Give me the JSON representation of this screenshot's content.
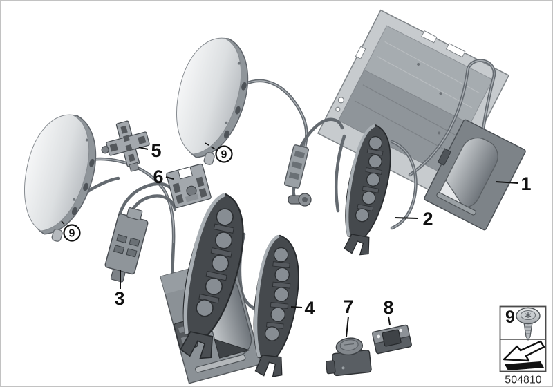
{
  "figure": {
    "part_number": "504810",
    "callouts": {
      "c1": "1",
      "c2": "2",
      "c3": "3",
      "c4": "4",
      "c5": "5",
      "c6": "6",
      "c7": "7",
      "c8": "8",
      "c9_upper": "9",
      "c9_lower": "9",
      "c9_legend": "9"
    },
    "legend_icons": {
      "screw": "torx-screw-icon",
      "arrow": "direction-arrow-icon"
    },
    "colors": {
      "background": "#ffffff",
      "callout_text": "#111111",
      "metal_light": "#d8dbdd",
      "metal_mid": "#9aa0a5",
      "metal_dark": "#45494d",
      "wire": "#646a70",
      "outline": "#26292c"
    }
  }
}
